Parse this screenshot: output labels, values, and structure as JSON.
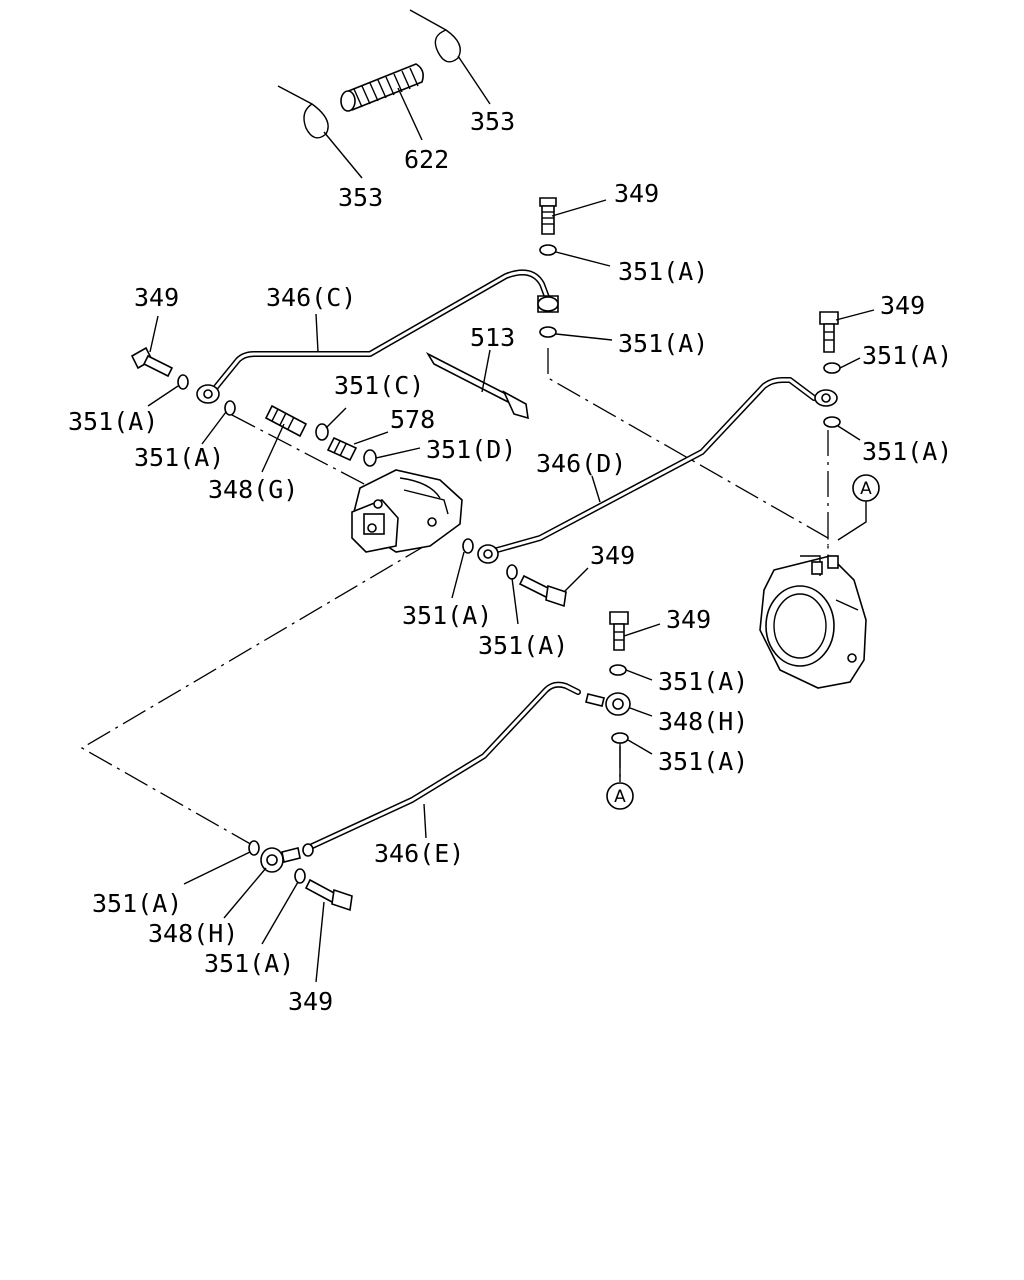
{
  "labels": {
    "l353a": "353",
    "l622": "622",
    "l353b": "353",
    "l349a": "349",
    "l351a1": "351(A)",
    "l351a2": "351(A)",
    "l349b": "349",
    "l346c": "346(C)",
    "l513": "513",
    "l349c": "349",
    "l351a3": "351(A)",
    "l351a4": "351(A)",
    "l351a5": "351(A)",
    "l351c": "351(C)",
    "l578": "578",
    "l351d": "351(D)",
    "l351a6": "351(A)",
    "l348g": "348(G)",
    "l346d": "346(D)",
    "l349d": "349",
    "l351a7": "351(A)",
    "l351a8": "351(A)",
    "l349e": "349",
    "l351a9": "351(A)",
    "l348h1": "348(H)",
    "l351a10": "351(A)",
    "l346e": "346(E)",
    "l351a11": "351(A)",
    "l348h2": "348(H)",
    "l351a12": "351(A)",
    "l349f": "349"
  },
  "refs": {
    "a_top": "A",
    "a_bottom": "A"
  }
}
